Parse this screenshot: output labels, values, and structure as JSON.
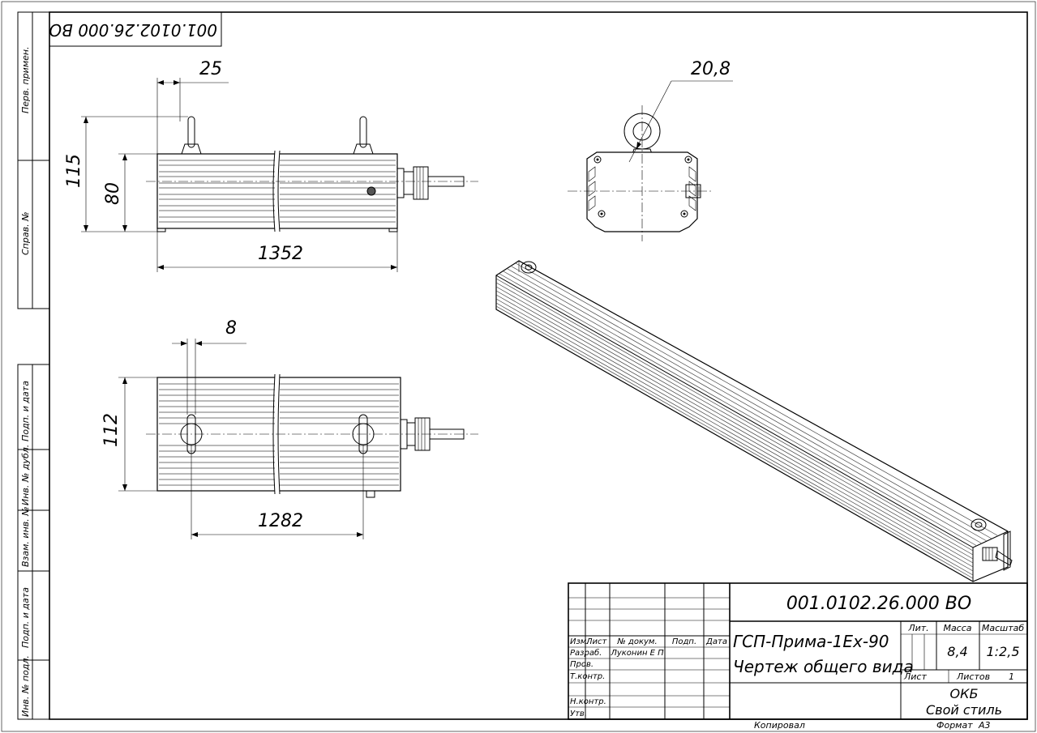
{
  "frame": {
    "rotated_code": "001.0102.26.000 ВО",
    "side_labels": {
      "perv_primen": "Перв. примен.",
      "sprav_no": "Справ. №",
      "podp_data_1": "Подп. и дата",
      "inv_dubl": "Инв. № дубл.",
      "vzam_inv": "Взам. инв. №",
      "podp_data_2": "Подп. и дата",
      "inv_podl": "Инв. № подл."
    }
  },
  "dimensions": {
    "side_view": {
      "offset": "25",
      "height_total": "115",
      "height_body": "80",
      "length": "1352"
    },
    "top_view": {
      "offset": "8",
      "width": "112",
      "length": "1282"
    },
    "end_view": {
      "ring_diameter": "20,8"
    }
  },
  "title_block": {
    "doc_code": "001.0102.26.000 ВО",
    "name_line1": "ГСП-Прима-1Ex-90",
    "name_line2": "Чертеж общего вида",
    "headers": {
      "izm": "Изм.",
      "list": "Лист",
      "n_dokum": "№ докум.",
      "podp": "Подп.",
      "data": "Дата"
    },
    "roles": {
      "razrab": "Разраб.",
      "prov": "Пров.",
      "tkontr": "Т.контр.",
      "nkontr": "Н.контр.",
      "utv": "Утв."
    },
    "developer": "Луконин Е П",
    "lit_label": "Лит.",
    "mass_label": "Масса",
    "scale_label": "Масштаб",
    "mass": "8,4",
    "scale": "1:2,5",
    "sheet_label": "Лист",
    "sheets_label": "Листов",
    "sheets_value": "1",
    "org_line1": "ОКБ",
    "org_line2": "Свой стиль"
  },
  "footer": {
    "copied": "Копировал",
    "format_label": "Формат",
    "format_value": "А3"
  },
  "colors": {
    "ink": "#000000",
    "paper": "#ffffff"
  }
}
